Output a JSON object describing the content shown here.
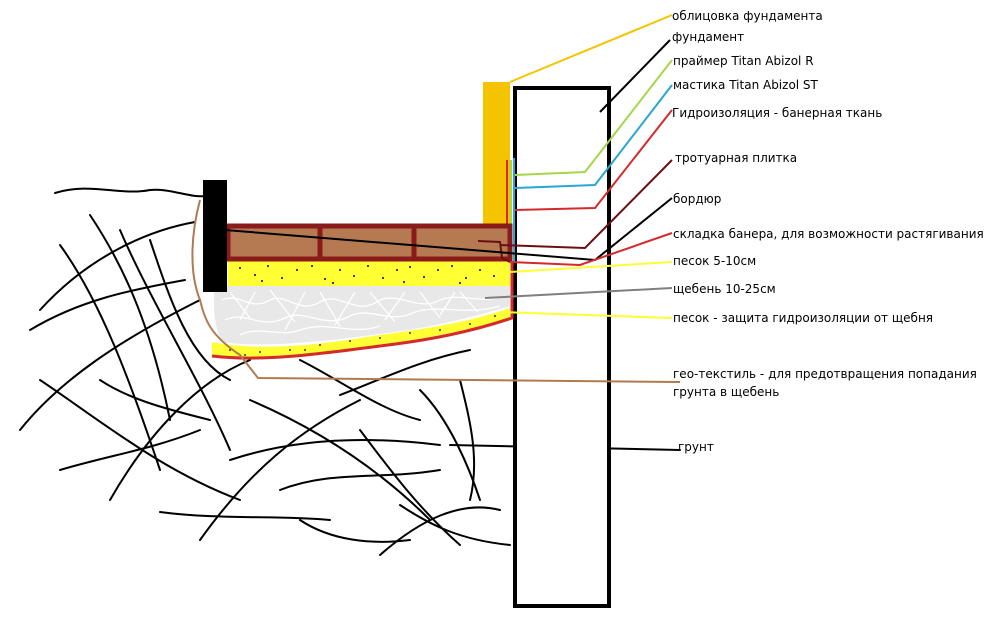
{
  "labels": {
    "cladding": "облицовка фундамента",
    "foundation": "фундамент",
    "primer": "праймер Titan Abizol R",
    "mastic": "мастика Titan Abizol ST",
    "waterproofing": "Гидроизоляция - банерная ткань",
    "paving": "тротуарная плитка",
    "curb": "бордюр",
    "fold": "складка банера, для возможности растягивания",
    "sand": "песок 5-10см",
    "gravel": "щебень 10-25см",
    "sand_protect": "песок - защита гидроизоляции от щебня",
    "geotextile_line1": "гео-текстиль - для предотвращения попадания",
    "geotextile_line2": "грунта в щебень",
    "soil": "грунт"
  },
  "colors": {
    "cladding": "#f5c400",
    "primer": "#a6d64a",
    "mastic": "#2aa6d4",
    "waterproofing": "#d42a2a",
    "paving_fill": "#b57a52",
    "paving_border": "#8b1a1a",
    "fold": "#6b1010",
    "sand": "#ffff33",
    "gravel_fill": "#e8e8e8",
    "gravel_leader": "#7f7f7f",
    "geotextile": "#b07a50",
    "ink": "#000000"
  }
}
